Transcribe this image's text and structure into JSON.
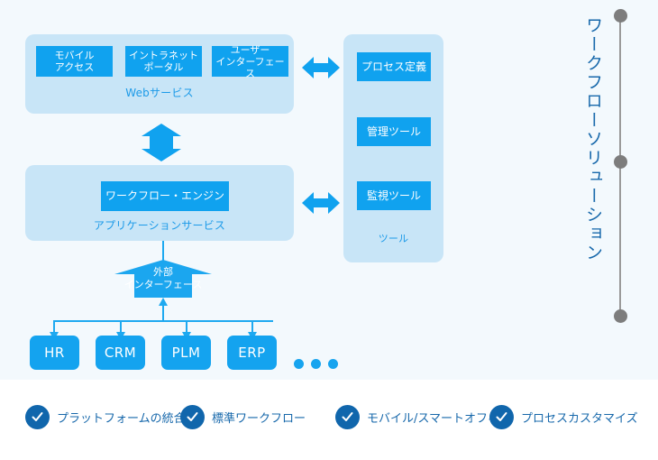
{
  "colors": {
    "background": "#ffffff",
    "wash": "#f3f9fd",
    "panel": "#c8e5f7",
    "accent_cyan": "#10a2ef",
    "accent_cyan_light": "#1c9ae8",
    "dark_blue": "#1066ac",
    "text_blue": "#1768ab",
    "timeline_gray": "#7d7d7d"
  },
  "vertical_title": "ワークフローソリューション",
  "web_services": {
    "label": "Webサービス",
    "boxes": [
      {
        "name": "mobile-access",
        "line1": "モバイル",
        "line2": "アクセス"
      },
      {
        "name": "intranet-portal",
        "line1": "イントラネット",
        "line2": "ポータル"
      },
      {
        "name": "user-interface",
        "line1": "ユーザー",
        "line2": "インターフェース"
      }
    ]
  },
  "application_services": {
    "label": "アプリケーションサービス",
    "boxes": [
      {
        "name": "workflow-engine",
        "line1": "ワークフロー・エンジン"
      }
    ]
  },
  "tools": {
    "label": "ツール",
    "boxes": [
      {
        "name": "process-definition",
        "line1": "プロセス定義"
      },
      {
        "name": "management-tool",
        "line1": "管理ツール"
      },
      {
        "name": "monitoring-tool",
        "line1": "監視ツール"
      }
    ]
  },
  "external_interface": {
    "line1": "外部",
    "line2": "インターフェース"
  },
  "systems": [
    {
      "name": "hr",
      "label": "HR"
    },
    {
      "name": "crm",
      "label": "CRM"
    },
    {
      "name": "plm",
      "label": "PLM"
    },
    {
      "name": "erp",
      "label": "ERP"
    }
  ],
  "ellipsis": "…",
  "legend": [
    {
      "name": "platform-integration",
      "icon": "check-icon",
      "label": "プラットフォームの統合"
    },
    {
      "name": "standard-workflow",
      "icon": "check-icon",
      "label": "標準ワークフロー"
    },
    {
      "name": "mobile-smart-office",
      "icon": "check-icon",
      "label": "モバイル/スマートオフィス"
    },
    {
      "name": "process-customization",
      "icon": "check-icon",
      "label": "プロセスカスタマイズ"
    }
  ]
}
